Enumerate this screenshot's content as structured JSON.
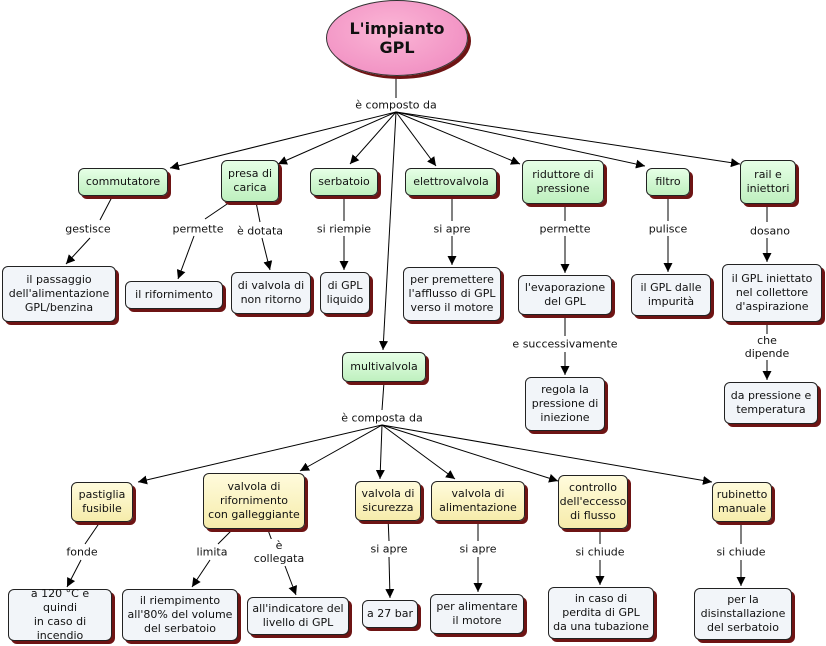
{
  "root": {
    "title": "L'impianto\nGPL"
  },
  "nodes": {
    "commutatore": "commutatore",
    "presa_carica": "presa di\ncarica",
    "serbatoio": "serbatoio",
    "elettrovalvola": "elettrovalvola",
    "riduttore": "riduttore di\npressione",
    "filtro": "filtro",
    "rail": "rail e\niniettori",
    "passaggio": "il passaggio\ndell'alimentazione\nGPL/benzina",
    "rifornimento": "il rifornimento",
    "valvola_non_ritorno": "di valvola di\nnon ritorno",
    "gpl_liquido": "di GPL\nliquido",
    "afflusso": "per premettere\nl'afflusso di GPL\nverso il motore",
    "evaporazione": "l'evaporazione\ndel GPL",
    "regola_pressione": "regola la\npressione di\niniezione",
    "impurita": "il GPL dalle\nimpurità",
    "gpl_iniettato": "il GPL iniettato\nnel collettore\nd'aspirazione",
    "pressione_temperatura": "da pressione e\ntemperatura",
    "multivalvola": "multivalvola",
    "pastiglia": "pastiglia\nfusibile",
    "valvola_rifornimento": "valvola di\nrifornimento\ncon galleggiante",
    "valvola_sicurezza": "valvola di\nsicurezza",
    "valvola_alimentazione": "valvola di\nalimentazione",
    "controllo_flusso": "controllo\ndell'eccesso\ndi flusso",
    "rubinetto": "rubinetto\nmanuale",
    "temp_120": "a 120 °C e quindi\nin caso di\nincendio",
    "riempimento": "il riempimento\nall'80% del volume\ndel serbatoio",
    "indicatore": "all'indicatore del\nlivello di GPL",
    "bar_27": "a 27 bar",
    "alimentare_motore": "per alimentare\nil motore",
    "perdita": "in caso di\nperdita di GPL\nda una tubazione",
    "disinstallazione": "per la\ndisinstallazione\ndel serbatoio"
  },
  "links": {
    "composto_da": "è composto da",
    "gestisce": "gestisce",
    "permette_presa": "permette",
    "dotata": "è dotata",
    "riempie": "si riempie",
    "apre_elettro": "si apre",
    "permette_riduttore": "permette",
    "successivamente": "e successivamente",
    "pulisce": "pulisce",
    "dosano": "dosano",
    "dipende": "che dipende",
    "composta_da": "è composta da",
    "fonde": "fonde",
    "limita": "limita",
    "collegata": "è\ncollegata",
    "apre_sicurezza": "si apre",
    "apre_alimentazione": "si apre",
    "chiude_controllo": "si chiude",
    "chiude_rubinetto": "si chiude"
  }
}
